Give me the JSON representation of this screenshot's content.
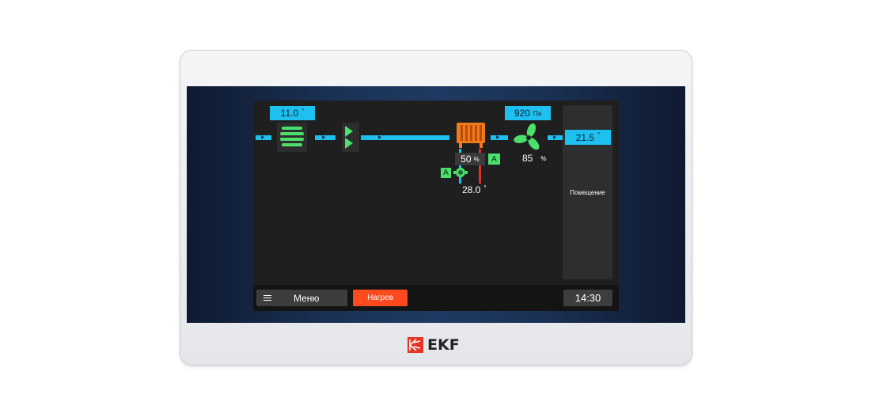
{
  "brand": {
    "name": "EKF",
    "accent": "#e53527"
  },
  "scheme": {
    "outside_temp": {
      "value": "11.0",
      "unit": "°"
    },
    "pressure": {
      "value": "920",
      "unit": "Па"
    },
    "supply_temp": {
      "value": "21.5",
      "unit": "°"
    },
    "valve_position": {
      "value": "50",
      "unit": "%"
    },
    "fan_speed": {
      "value": "85",
      "unit": "%"
    },
    "water_temp": {
      "value": "28.0",
      "unit": "°"
    },
    "heater_mode": "A",
    "pump_mode": "A",
    "room_label": "Помещение"
  },
  "bottom_bar": {
    "menu_label": "Меню",
    "mode_label": "Нагрев",
    "time": "14:30"
  },
  "colors": {
    "air": "#1ec0f0",
    "auto": "#4be06c",
    "heater": "#f07a1e",
    "mode": "#ff4a1e",
    "hot_pipe": "#e0302a"
  },
  "icons": [
    "filter-icon",
    "damper-icon",
    "heater-icon",
    "fan-icon",
    "pump-icon",
    "menu-icon",
    "ekf-logo-icon"
  ]
}
